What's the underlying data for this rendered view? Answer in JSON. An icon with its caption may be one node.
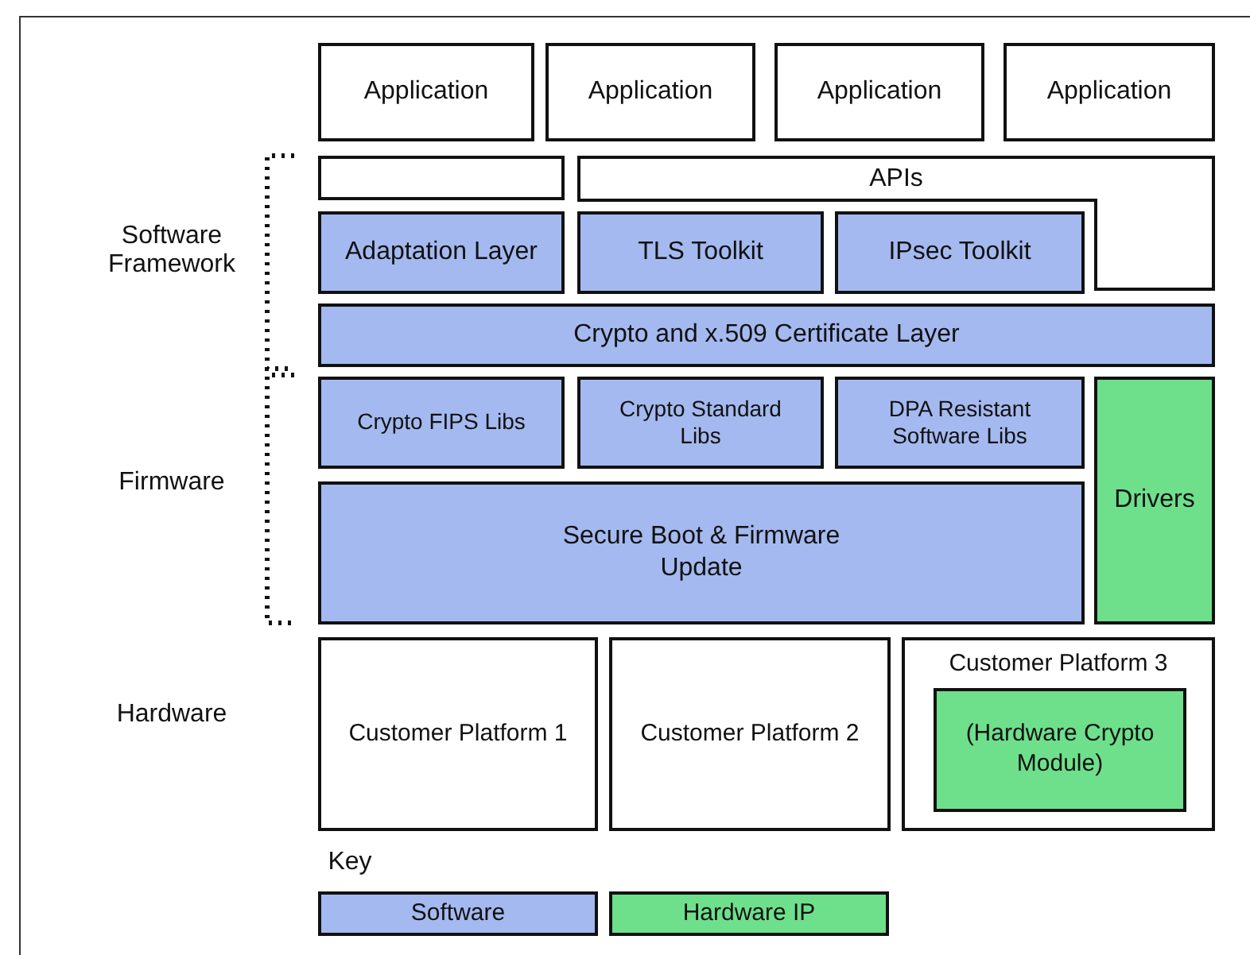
{
  "diagram": {
    "nodes": [
      {
        "text": [
          "Application"
        ]
      },
      {
        "text": [
          "Application"
        ]
      },
      {
        "text": [
          "Application"
        ]
      },
      {
        "text": [
          "Application"
        ]
      },
      {
        "text": [],
        "shape": "box"
      },
      {
        "text": [
          "APIs"
        ]
      },
      {
        "text": [
          "Adaptation Layer"
        ]
      },
      {
        "text": [
          "TLS Toolkit"
        ],
        "in": 5
      },
      {
        "text": [
          "IPsec Toolkit"
        ],
        "in": 5
      },
      {
        "text": [
          "Crypto and x.509 Certificate Layer"
        ]
      },
      {
        "text": [
          "Crypto FIPS Libs"
        ]
      },
      {
        "text": [
          "Crypto Standard Libs"
        ]
      },
      {
        "text": [
          "DPA Resistant Software Libs"
        ]
      },
      {
        "text": [
          "Secure Boot & Firmware Update"
        ]
      },
      {
        "text": [
          "Drivers"
        ]
      },
      {
        "text": [
          "Customer Platform 1"
        ]
      },
      {
        "text": [
          "Customer Platform 2"
        ]
      },
      {
        "text": [
          "Customer Platform 3"
        ]
      },
      {
        "text": [
          "(Hardware Crypto Module)"
        ],
        "in": 17
      }
    ],
    "labels": [
      "Software Framework",
      "Firmware",
      "Hardware",
      "Key"
    ],
    "legend": [
      {
        "text": "Software",
        "color": "#a4b9ef"
      },
      {
        "text": "Hardware IP",
        "color": "#6ee08c"
      }
    ]
  }
}
